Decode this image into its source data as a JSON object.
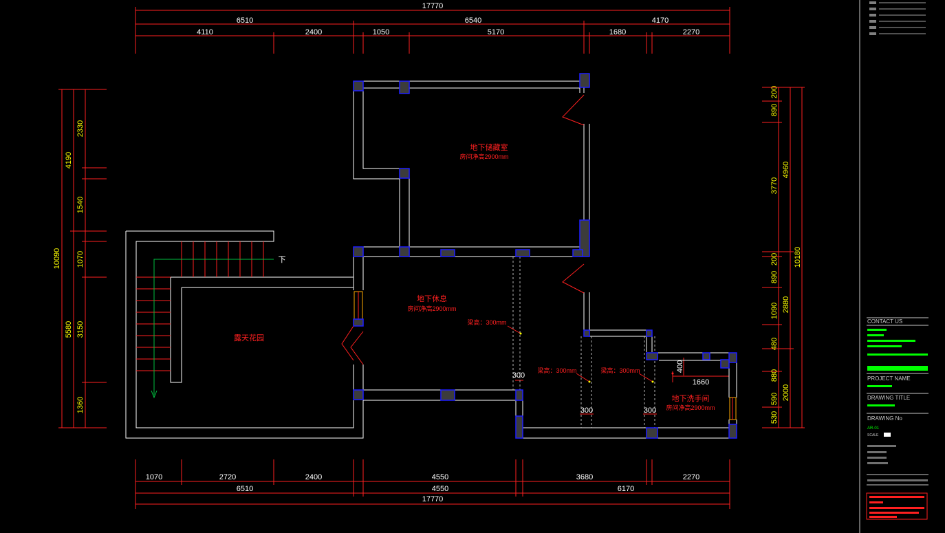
{
  "dimensions": {
    "top_total": "17770",
    "top_mid": [
      "6510",
      "6540",
      "4170"
    ],
    "top_fine": [
      "4110",
      "2400",
      "1050",
      "5170",
      "1680",
      "2270"
    ],
    "bottom_fine": [
      "1070",
      "2720",
      "2400",
      "4550",
      "3680",
      "2270"
    ],
    "bottom_mid": [
      "6510",
      "4550",
      "6170"
    ],
    "bottom_total": "17770",
    "left_total": "10090",
    "left_mid": [
      "4190",
      "5580"
    ],
    "left_fine": [
      "2330",
      "1540",
      "1070",
      "3150",
      "1360"
    ],
    "right_total": "10180",
    "right_mid": [
      "4960",
      "2880",
      "2000"
    ],
    "right_fine": [
      "200",
      "890",
      "3770",
      "200",
      "890",
      "1090",
      "480",
      "880",
      "590",
      "530"
    ],
    "inner": [
      "300",
      "300",
      "300",
      "1660",
      "400"
    ]
  },
  "rooms": {
    "storage": {
      "name": "地下储藏室",
      "sub": "房间净高2900mm"
    },
    "lounge": {
      "name": "地下休息",
      "sub": "房间净高2900mm"
    },
    "garden": {
      "name": "露天花园"
    },
    "washroom": {
      "name": "地下洗手间",
      "sub": "房间净高2900mm"
    }
  },
  "beams": [
    "梁高：300mm",
    "梁高：300mm",
    "梁高：300mm"
  ],
  "stair_label": "下",
  "titleblock": {
    "contact_header": "CONTACT US",
    "project_name_label": "PROJECT NAME",
    "drawing_title_label": "DRAWING TITLE",
    "drawing_no_label": "DRAWING No",
    "drawing_no": "AR-01",
    "scale_label": "SCALE"
  },
  "colors": {
    "wall": "#ffffff",
    "column_fill": "#3c3c3c",
    "column_edge": "#1e1eff",
    "dim_line": "#ff2020",
    "dim_text_h": "#ffffff",
    "dim_text_v": "#ffff00",
    "room_text": "#ff2020"
  }
}
